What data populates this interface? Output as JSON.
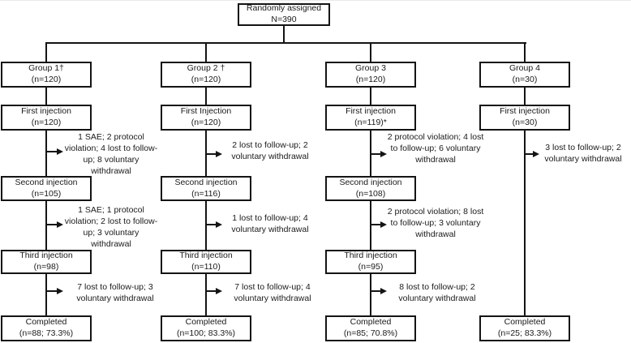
{
  "root": {
    "label": "Randomly assigned",
    "n": "N=390"
  },
  "columns": [
    {
      "group": {
        "label": "Group 1†",
        "n": "(n=120)"
      },
      "first": {
        "label": "First injection",
        "n": "(n=120)"
      },
      "dropout1": "1 SAE; 2 protocol violation; 4 lost to follow-up; 8 voluntary withdrawal",
      "second": {
        "label": "Second injection",
        "n": "(n=105)"
      },
      "dropout2": "1 SAE; 1 protocol violation; 2 lost to follow-up; 3 voluntary withdrawal",
      "third": {
        "label": "Third injection",
        "n": "(n=98)"
      },
      "dropout3": "7 lost to follow-up; 3 voluntary withdrawal",
      "completed": {
        "label": "Completed",
        "n": "(n=88; 73.3%)"
      }
    },
    {
      "group": {
        "label": "Group 2 †",
        "n": "(n=120)"
      },
      "first": {
        "label": "First Injection",
        "n": "(n=120)"
      },
      "dropout1": "2 lost to follow-up; 2 voluntary withdrawal",
      "second": {
        "label": "Second injection",
        "n": "(n=116)"
      },
      "dropout2": "1 lost to follow-up; 4 voluntary withdrawal",
      "third": {
        "label": "Third injection",
        "n": "(n=110)"
      },
      "dropout3": "7 lost to follow-up; 4 voluntary withdrawal",
      "completed": {
        "label": "Completed",
        "n": "(n=100; 83.3%)"
      }
    },
    {
      "group": {
        "label": "Group 3",
        "n": "(n=120)"
      },
      "first": {
        "label": "First injection",
        "n": "(n=119)*"
      },
      "dropout1": "2 protocol violation; 4 lost to follow-up; 6 voluntary withdrawal",
      "second": {
        "label": "Second injection",
        "n": "(n=108)"
      },
      "dropout2": "2 protocol violation; 8 lost to follow-up; 3 voluntary withdrawal",
      "third": {
        "label": "Third injection",
        "n": "(n=95)"
      },
      "dropout3": "8 lost to follow-up; 2 voluntary withdrawal",
      "completed": {
        "label": "Completed",
        "n": "(n=85; 70.8%)"
      }
    },
    {
      "group": {
        "label": "Group 4",
        "n": "(n=30)"
      },
      "first": {
        "label": "First injection",
        "n": "(n=30)"
      },
      "dropout1": "3 lost to follow-up; 2 voluntary withdrawal",
      "completed": {
        "label": "Completed",
        "n": "(n=25; 83.3%)"
      }
    }
  ]
}
